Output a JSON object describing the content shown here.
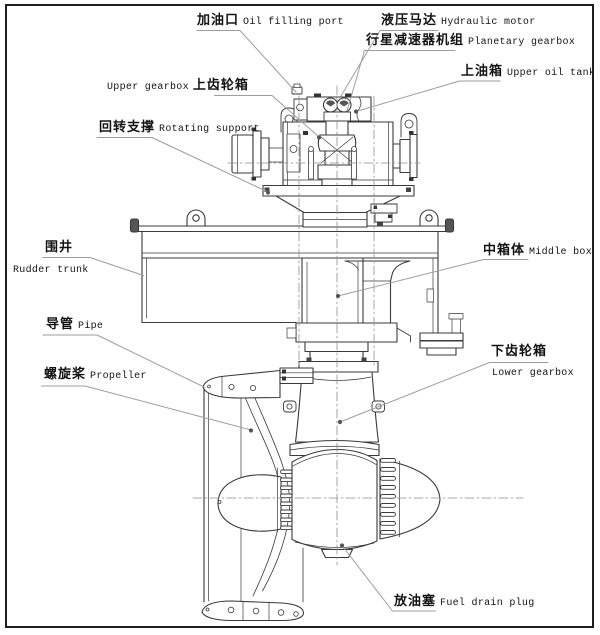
{
  "diagram": {
    "labels": {
      "oil_filling_port": {
        "zh": "加油口",
        "en": "Oil filling port"
      },
      "hydraulic_motor": {
        "zh": "液压马达",
        "en": "Hydraulic motor"
      },
      "planetary_gearbox": {
        "zh": "行星减速器机组",
        "en": "Planetary gearbox"
      },
      "upper_oil_tank": {
        "zh": "上油箱",
        "en": "Upper oil tank"
      },
      "upper_gearbox": {
        "zh": "上齿轮箱",
        "en": "Upper gearbox"
      },
      "rotating_support": {
        "zh": "回转支撑",
        "en": "Rotating support"
      },
      "rudder_trunk": {
        "zh": "围井",
        "en": "Rudder trunk"
      },
      "middle_box": {
        "zh": "中箱体",
        "en": "Middle box"
      },
      "pipe": {
        "zh": "导管",
        "en": "Pipe"
      },
      "propeller": {
        "zh": "螺旋桨",
        "en": "Propeller"
      },
      "lower_gearbox": {
        "zh": "下齿轮箱",
        "en": "Lower gearbox"
      },
      "fuel_drain_plug": {
        "zh": "放油塞",
        "en": "Fuel drain plug"
      }
    },
    "colors": {
      "background": "#ffffff",
      "frame": "#1f1f1f",
      "drawing_line": "#3a3a3a",
      "leader_line": "#9e9e9e",
      "centerline": "#8f8f8f",
      "text": "#141414"
    }
  }
}
